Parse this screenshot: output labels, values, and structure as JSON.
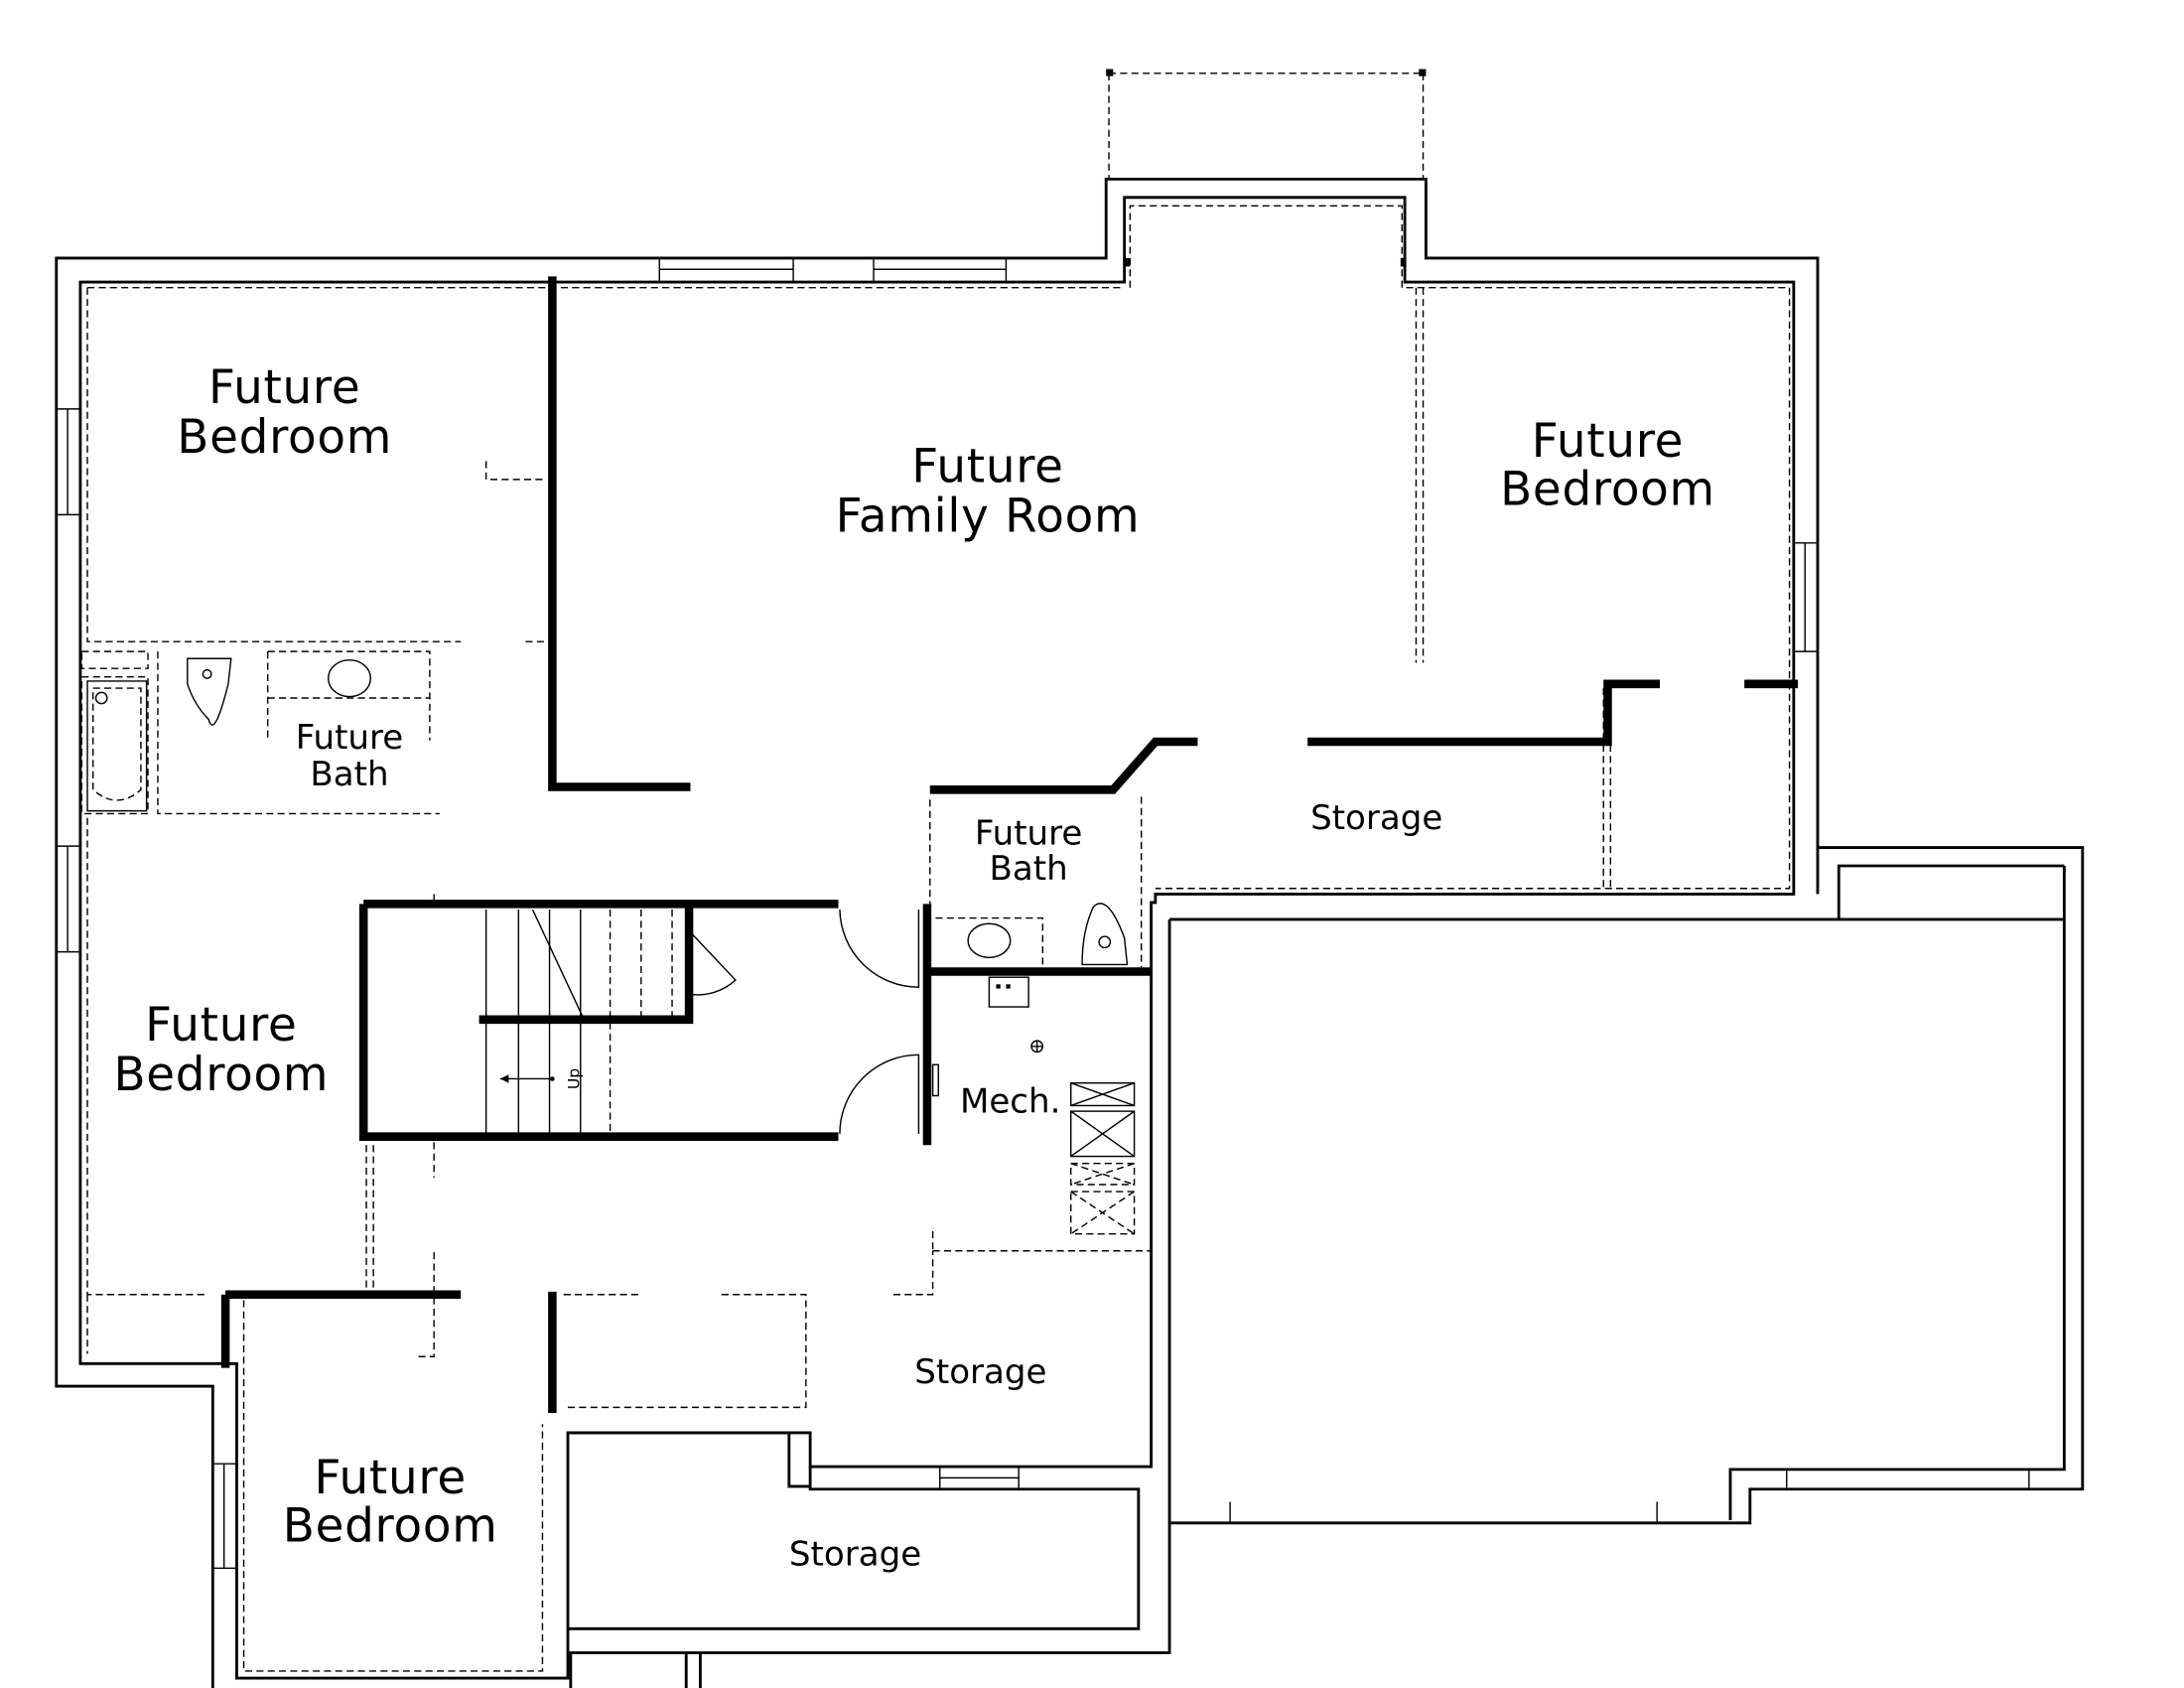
{
  "plan": {
    "type": "basement floor plan",
    "colors": {
      "line": "#000000",
      "background": "#ffffff"
    },
    "rooms": [
      {
        "id": "bedroom-nw",
        "line1": "Future",
        "line2": "Bedroom"
      },
      {
        "id": "family-room",
        "line1": "Future",
        "line2": "Family Room"
      },
      {
        "id": "bedroom-ne",
        "line1": "Future",
        "line2": "Bedroom"
      },
      {
        "id": "bath-west",
        "line1": "Future",
        "line2": "Bath"
      },
      {
        "id": "bath-center",
        "line1": "Future",
        "line2": "Bath"
      },
      {
        "id": "storage-east",
        "line1": "Storage"
      },
      {
        "id": "bedroom-w",
        "line1": "Future",
        "line2": "Bedroom"
      },
      {
        "id": "mech",
        "line1": "Mech."
      },
      {
        "id": "storage-center",
        "line1": "Storage"
      },
      {
        "id": "bedroom-sw",
        "line1": "Future",
        "line2": "Bedroom"
      },
      {
        "id": "storage-south",
        "line1": "Storage"
      }
    ],
    "stair": {
      "label": "Up"
    },
    "icons": [
      "toilet-icon",
      "sink-icon",
      "bathtub-icon",
      "water-heater-icon",
      "floor-drain-icon",
      "furnace-icon",
      "door-swing-icon",
      "window-icon"
    ]
  }
}
